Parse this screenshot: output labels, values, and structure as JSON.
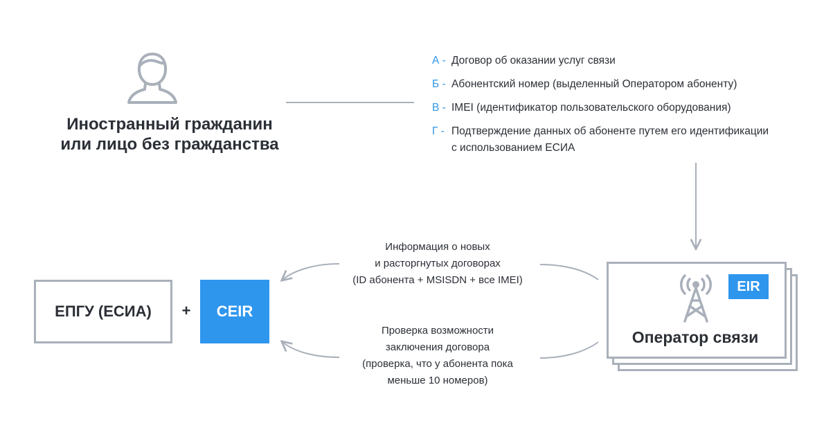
{
  "person": {
    "icon": "person-icon",
    "title_line1": "Иностранный гражданин",
    "title_line2": "или лицо без гражданства"
  },
  "list": [
    {
      "letter": "А -",
      "text": "Договор об оказании услуг связи"
    },
    {
      "letter": "Б -",
      "text": "Абонентский номер (выделенный Оператором абоненту)"
    },
    {
      "letter": "В -",
      "text": "IMEI (идентификатор пользовательского оборудования)"
    },
    {
      "letter": "Г -",
      "text": "Подтверждение данных об абоненте путем его идентификации",
      "text2": "с использованием ЕСИА"
    }
  ],
  "epgu": {
    "label": "ЕПГУ (ЕСИА)"
  },
  "plus": "+",
  "ceir": {
    "label": "CEIR"
  },
  "message_top": {
    "line1": "Информация о новых",
    "line2": "и расторгнутых договорах",
    "line3": "(ID абонента + MSISDN + все IMEI)"
  },
  "message_bottom": {
    "line1": "Проверка возможности",
    "line2": "заключения договора",
    "line3": "(проверка, что у абонента пока",
    "line4": "меньше 10 номеров)"
  },
  "operator": {
    "icon": "antenna-tower-icon",
    "badge": "EIR",
    "title": "Оператор связи"
  },
  "colors": {
    "accent": "#2f96ee",
    "line": "#a9b0ba",
    "text": "#2b2f36"
  }
}
